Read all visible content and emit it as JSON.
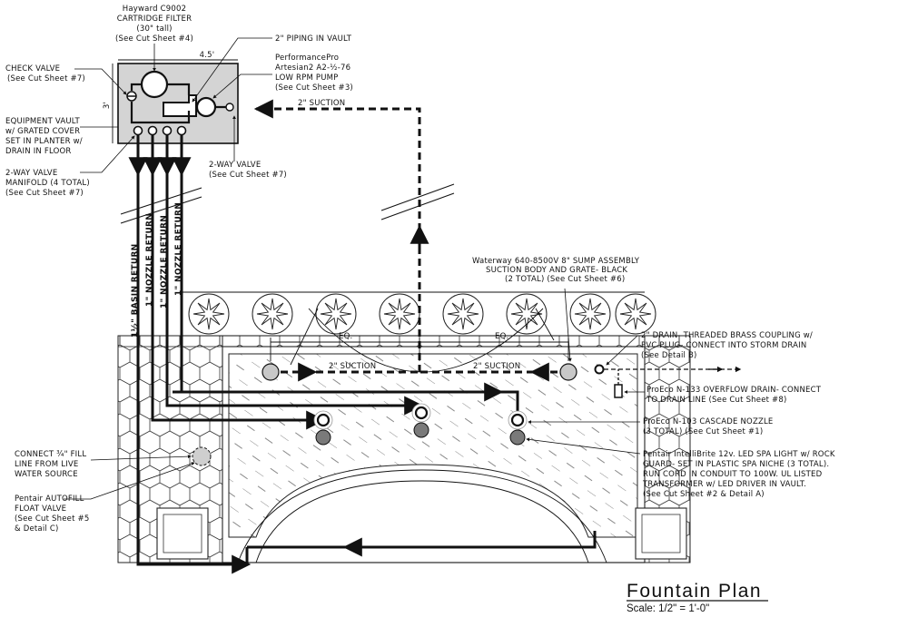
{
  "labels": {
    "filter_1": "Hayward C9002",
    "filter_2": "CARTRIDGE FILTER",
    "filter_3": "(30\" tall)",
    "filter_4": "(See Cut Sheet #4)",
    "dim_width": "4.5'",
    "dim_height": "3'",
    "piping": "2\" PIPING IN VAULT",
    "pump_1": "PerformancePro",
    "pump_2": "Artesian2 A2-½-76",
    "pump_3": "LOW RPM PUMP",
    "pump_4": "(See Cut Sheet #3)",
    "check_1": "CHECK VALVE",
    "check_2": "(See Cut Sheet #7)",
    "vault_1": "EQUIPMENT VAULT",
    "vault_2": "w/ GRATED COVER",
    "vault_3": "SET IN PLANTER w/",
    "vault_4": "DRAIN IN FLOOR",
    "manifold_1": "2-WAY VALVE",
    "manifold_2": "MANIFOLD (4 TOTAL)",
    "manifold_3": "(See Cut Sheet #7)",
    "valve_1": "2-WAY VALVE",
    "valve_2": "(See Cut Sheet #7)",
    "suction_top": "2\" SUCTION",
    "basin_return": "1½\" BASIN RETURN",
    "nozzle_return_1": "1\" NOZZLE RETURN",
    "nozzle_return_2": "1\" NOZZLE RETURN",
    "nozzle_return_3": "1\" NOZZLE RETURN",
    "sump_1": "Waterway 640-8500V 8\" SUMP ASSEMBLY",
    "sump_2": "SUCTION BODY AND GRATE- BLACK",
    "sump_3": "(2 TOTAL)  (See Cut Sheet #6)",
    "eq_left": "EQ.",
    "eq_right": "EQ.",
    "suction_left": "2\" SUCTION",
    "suction_right": "2\" SUCTION",
    "drain_1": "2\" DRAIN- THREADED BRASS COUPLING w/",
    "drain_2": "PVC PLUG- CONNECT INTO STORM DRAIN",
    "drain_3": "(See Detail B)",
    "overflow_1": "ProEco N-133 OVERFLOW DRAIN- CONNECT",
    "overflow_2": "TO DRAIN LINE (See Cut Sheet #8)",
    "nozzle_1": "ProEco N-103 CASCADE NOZZLE",
    "nozzle_2": "(3 TOTAL)  (See Cut Sheet #1)",
    "light_1": "Pentair IntelliBrite 12v. LED SPA LIGHT w/ ROCK",
    "light_2": "GUARD- SET IN PLASTIC SPA NICHE (3 TOTAL).",
    "light_3": "RUN CORD IN CONDUIT TO 100W. UL LISTED",
    "light_4": "TRANSFORMER w/ LED DRIVER IN VAULT.",
    "light_5": "(See Cut Sheet #2 & Detail A)",
    "fill_1": "CONNECT ¾\" FILL",
    "fill_2": "LINE FROM LIVE",
    "fill_3": "WATER SOURCE",
    "autofill_1": "Pentair AUTOFILL",
    "autofill_2": "FLOAT VALVE",
    "autofill_3": "(See Cut Sheet #5",
    "autofill_4": "& Detail C)"
  },
  "title_block": {
    "title": "Fountain Plan",
    "scale": "Scale: 1/2\" = 1'-0\""
  },
  "colors": {
    "line": "#111111",
    "vault_fill": "#d4d4d4",
    "fixture_fill": "#b8b8b8",
    "light_fill": "#7a7a7a",
    "background": "#ffffff"
  }
}
